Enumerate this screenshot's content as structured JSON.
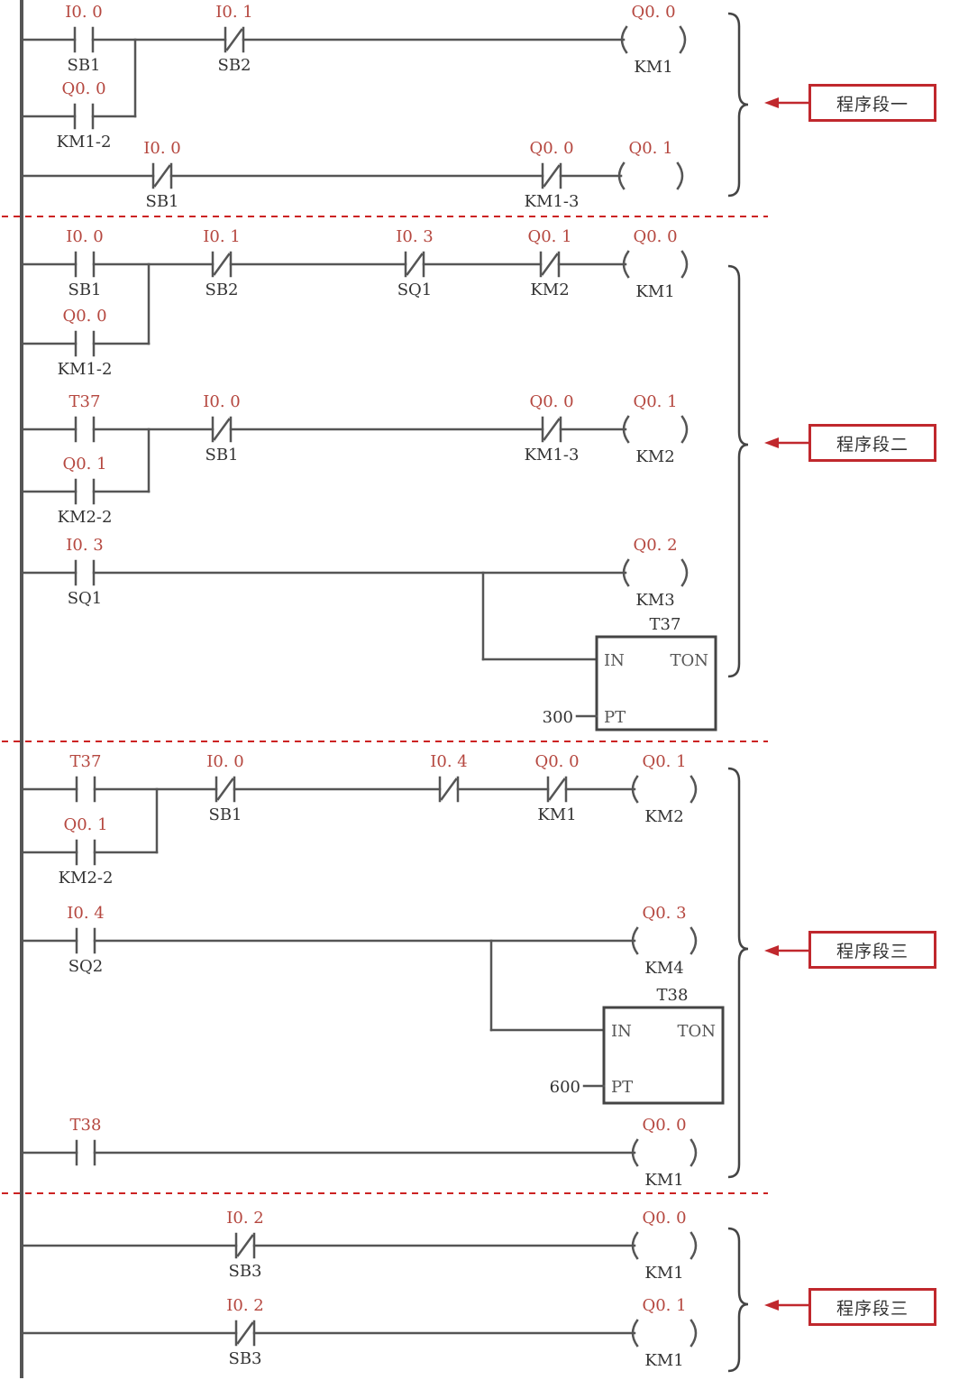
{
  "sections": [
    {
      "label": "程序段一",
      "rungs": [
        {
          "contacts": [
            {
              "type": "no",
              "addr": "I0. 0",
              "label": "SB1"
            },
            {
              "type": "nc",
              "addr": "I0. 1",
              "label": "SB2"
            }
          ],
          "coil": {
            "addr": "Q0. 0",
            "label": "KM1"
          },
          "parallel": {
            "addr": "Q0. 0",
            "label": "KM1-2"
          }
        },
        {
          "contacts": [
            {
              "type": "nc",
              "addr": "I0. 0",
              "label": "SB1"
            },
            {
              "type": "nc",
              "addr": "Q0. 0",
              "label": "KM1-3"
            }
          ],
          "coil": {
            "addr": "Q0. 1",
            "label": ""
          }
        }
      ]
    },
    {
      "label": "程序段二",
      "rungs": [
        {
          "contacts": [
            {
              "type": "no",
              "addr": "I0. 0",
              "label": "SB1"
            },
            {
              "type": "nc",
              "addr": "I0. 1",
              "label": "SB2"
            },
            {
              "type": "nc",
              "addr": "I0. 3",
              "label": "SQ1"
            },
            {
              "type": "nc",
              "addr": "Q0. 1",
              "label": "KM2"
            }
          ],
          "coil": {
            "addr": "Q0. 0",
            "label": "KM1"
          },
          "parallel": {
            "addr": "Q0. 0",
            "label": "KM1-2"
          }
        },
        {
          "contacts": [
            {
              "type": "no",
              "addr": "T37",
              "label": ""
            },
            {
              "type": "nc",
              "addr": "I0. 0",
              "label": "SB1"
            },
            {
              "type": "nc",
              "addr": "Q0. 0",
              "label": "KM1-3"
            }
          ],
          "coil": {
            "addr": "Q0. 1",
            "label": "KM2"
          },
          "parallel": {
            "addr": "Q0. 1",
            "label": "KM2-2"
          }
        },
        {
          "contacts": [
            {
              "type": "no",
              "addr": "I0. 3",
              "label": "SQ1"
            }
          ],
          "coil": {
            "addr": "Q0. 2",
            "label": "KM3"
          },
          "timer": {
            "name": "T37",
            "in": "IN",
            "type": "TON",
            "pt": "PT",
            "preset": "300"
          }
        }
      ]
    },
    {
      "label": "程序段三",
      "rungs": [
        {
          "contacts": [
            {
              "type": "no",
              "addr": "T37",
              "label": ""
            },
            {
              "type": "nc",
              "addr": "I0. 0",
              "label": "SB1"
            },
            {
              "type": "nc",
              "addr": "I0. 4",
              "label": ""
            },
            {
              "type": "nc",
              "addr": "Q0. 0",
              "label": "KM1"
            }
          ],
          "coil": {
            "addr": "Q0. 1",
            "label": "KM2"
          },
          "parallel": {
            "addr": "Q0. 1",
            "label": "KM2-2"
          }
        },
        {
          "contacts": [
            {
              "type": "no",
              "addr": "I0. 4",
              "label": "SQ2"
            }
          ],
          "coil": {
            "addr": "Q0. 3",
            "label": "KM4"
          },
          "timer": {
            "name": "T38",
            "in": "IN",
            "type": "TON",
            "pt": "PT",
            "preset": "600"
          }
        },
        {
          "contacts": [
            {
              "type": "no",
              "addr": "T38",
              "label": ""
            }
          ],
          "coil": {
            "addr": "Q0. 0",
            "label": "KM1"
          }
        }
      ]
    },
    {
      "label": "程序段三",
      "rungs": [
        {
          "contacts": [
            {
              "type": "nc",
              "addr": "I0. 2",
              "label": "SB3"
            }
          ],
          "coil": {
            "addr": "Q0. 0",
            "label": "KM1"
          }
        },
        {
          "contacts": [
            {
              "type": "nc",
              "addr": "I0. 2",
              "label": "SB3"
            }
          ],
          "coil": {
            "addr": "Q0. 1",
            "label": "KM1"
          }
        }
      ]
    }
  ],
  "colors": {
    "address": "#b5473f",
    "wire": "#555555",
    "accent": "#c0282d"
  }
}
